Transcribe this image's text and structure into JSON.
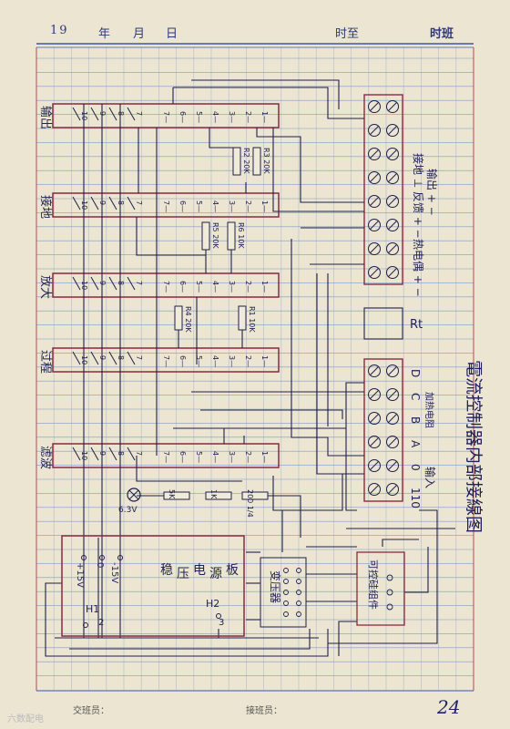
{
  "header": {
    "year": "19",
    "year_unit": "年",
    "month": "月",
    "day": "日",
    "time": "时至",
    "shift": "时班"
  },
  "footer": {
    "handover": "交班员：",
    "takeover": "接班员：",
    "page_number": "24",
    "watermark": "六数配电"
  },
  "title": "電流控制器内部接線图",
  "relays": [
    {
      "name": "输出",
      "top": [
        "1",
        "2",
        "3",
        "4",
        "5",
        "6",
        "7"
      ]
    },
    {
      "name": "接地",
      "top": [
        "1",
        "2",
        "3",
        "4",
        "5",
        "6",
        "7"
      ]
    },
    {
      "name": "放大",
      "top": [
        "1",
        "2",
        "3",
        "4",
        "5",
        "6",
        "7"
      ]
    },
    {
      "name": "过程",
      "top": [
        "1",
        "2",
        "3",
        "4",
        "5",
        "6",
        "7"
      ]
    },
    {
      "name": "滤波",
      "top": [
        "1",
        "2",
        "3",
        "4",
        "5",
        "6",
        "7"
      ]
    }
  ],
  "relay_pins": [
    "10",
    "9",
    "8",
    "7"
  ],
  "resistors": {
    "r2": "R2 20K",
    "r3": "R3 20K",
    "r5": "R5 20K",
    "r6": "R6 10K",
    "r4": "R4 20K",
    "r1": "R1 10K",
    "r_5k": "5K",
    "r_1k": "1K",
    "r_200": "200 1/4"
  },
  "lamp": "6.3V",
  "rt": "Rt",
  "terminal_top_labels": [
    "输出 + −",
    "接地 ⊥",
    "反馈 + −",
    "热电偶 + −"
  ],
  "terminal_bottom_labels": [
    "D",
    "C",
    "B",
    "A",
    "0",
    "110"
  ],
  "terminal_bottom_captions": [
    "加热电阻",
    "输入"
  ],
  "power_board": {
    "title": "稳压电源板",
    "rails": [
      "+15V",
      "0",
      "-15V"
    ],
    "h1": "H1",
    "h2": "H2",
    "pin2": "2",
    "pin3": "3"
  },
  "transformer": "变压器",
  "scr": "可控硅组件"
}
